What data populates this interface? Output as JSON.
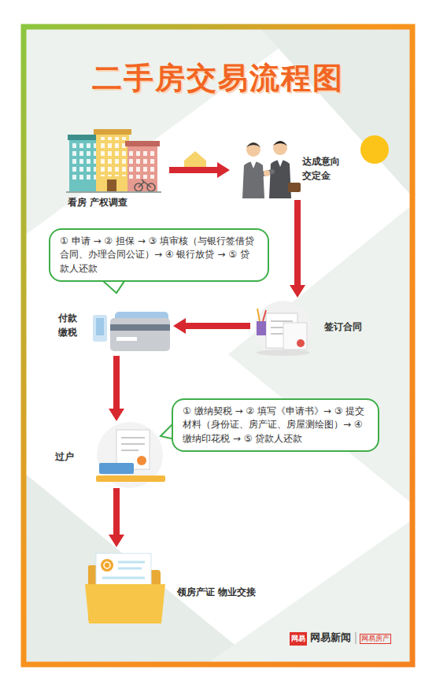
{
  "diagram": {
    "title": "二手房交易流程图",
    "nodes": [
      {
        "text": [
          "看房 产权调查"
        ]
      },
      {
        "text": [
          "达成意向 交定金"
        ]
      },
      {
        "text": [
          "① 申请 → ② 担保 → ③ 填审核（与银行签借贷合同、办理合同公证）→ ④ 银行放贷 → ⑤ 贷款人还款"
        ]
      },
      {
        "text": [
          "付款 缴税"
        ]
      },
      {
        "text": [
          "签订合同"
        ]
      },
      {
        "text": [
          "① 缴纳契税 → ② 填写《申请书》→ ③ 提交材料（身份证、房产证、房屋测绘图）→ ④ 缴纳印花税 → ⑤ 贷款人还款"
        ]
      },
      {
        "text": [
          "过户"
        ]
      },
      {
        "text": [
          "领房产证 物业交接"
        ]
      }
    ],
    "edges": [
      {
        "from": 0,
        "to": 1,
        "arrow": "to"
      },
      {
        "from": 1,
        "to": 4,
        "arrow": "to"
      },
      {
        "from": 4,
        "to": 3,
        "arrow": "to"
      },
      {
        "from": 3,
        "to": 6,
        "arrow": "to"
      },
      {
        "from": 6,
        "to": 7,
        "arrow": "to"
      }
    ],
    "labels": [
      "网易",
      "网易新闻",
      "网易房产"
    ]
  }
}
